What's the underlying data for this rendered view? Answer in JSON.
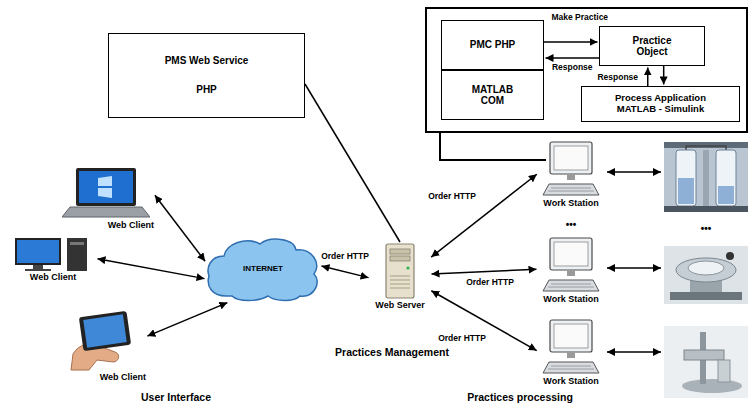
{
  "diagram": {
    "nodes": [
      {
        "text": [
          "PMS Web Service",
          "PHP"
        ]
      },
      {
        "text": [
          "PMC PHP"
        ]
      },
      {
        "text": [
          "MATLAB COM"
        ]
      },
      {
        "text": [
          "Practice Object"
        ]
      },
      {
        "text": [
          "Process Application MATLAB - Simulink"
        ]
      },
      {
        "text": [
          "Web Client"
        ]
      },
      {
        "text": [
          "Web Client"
        ]
      },
      {
        "text": [
          "Web Client"
        ]
      },
      {
        "text": [
          "INTERNET"
        ]
      },
      {
        "text": [
          "Web Server"
        ]
      },
      {
        "text": [
          "Work Station"
        ]
      },
      {
        "text": [
          "Work Station"
        ]
      },
      {
        "text": [
          "Work Station"
        ]
      }
    ],
    "edges": [
      {
        "from": 1,
        "to": 3,
        "arrow": "to",
        "label": "Make Practice"
      },
      {
        "from": 3,
        "to": 1,
        "arrow": "to",
        "label": "Response"
      },
      {
        "from": 4,
        "to": 3,
        "arrow": "to",
        "label": "Response"
      },
      {
        "from": 3,
        "to": 4,
        "arrow": "to"
      },
      {
        "from": 0,
        "to": 9,
        "arrow": "none"
      },
      {
        "from": 5,
        "to": 8,
        "arrow": "both"
      },
      {
        "from": 6,
        "to": 8,
        "arrow": "both"
      },
      {
        "from": 7,
        "to": 8,
        "arrow": "both"
      },
      {
        "from": 8,
        "to": 9,
        "arrow": "both",
        "label": "Order HTTP"
      },
      {
        "from": 9,
        "to": 10,
        "arrow": "both",
        "label": "Order HTTP"
      },
      {
        "from": 9,
        "to": 11,
        "arrow": "both",
        "label": "Order HTTP"
      },
      {
        "from": 9,
        "to": 12,
        "arrow": "both",
        "label": "Order HTTP"
      }
    ],
    "labels": [
      "•••",
      "•••",
      "User Interface",
      "Practices Management",
      "Practices processing"
    ]
  }
}
